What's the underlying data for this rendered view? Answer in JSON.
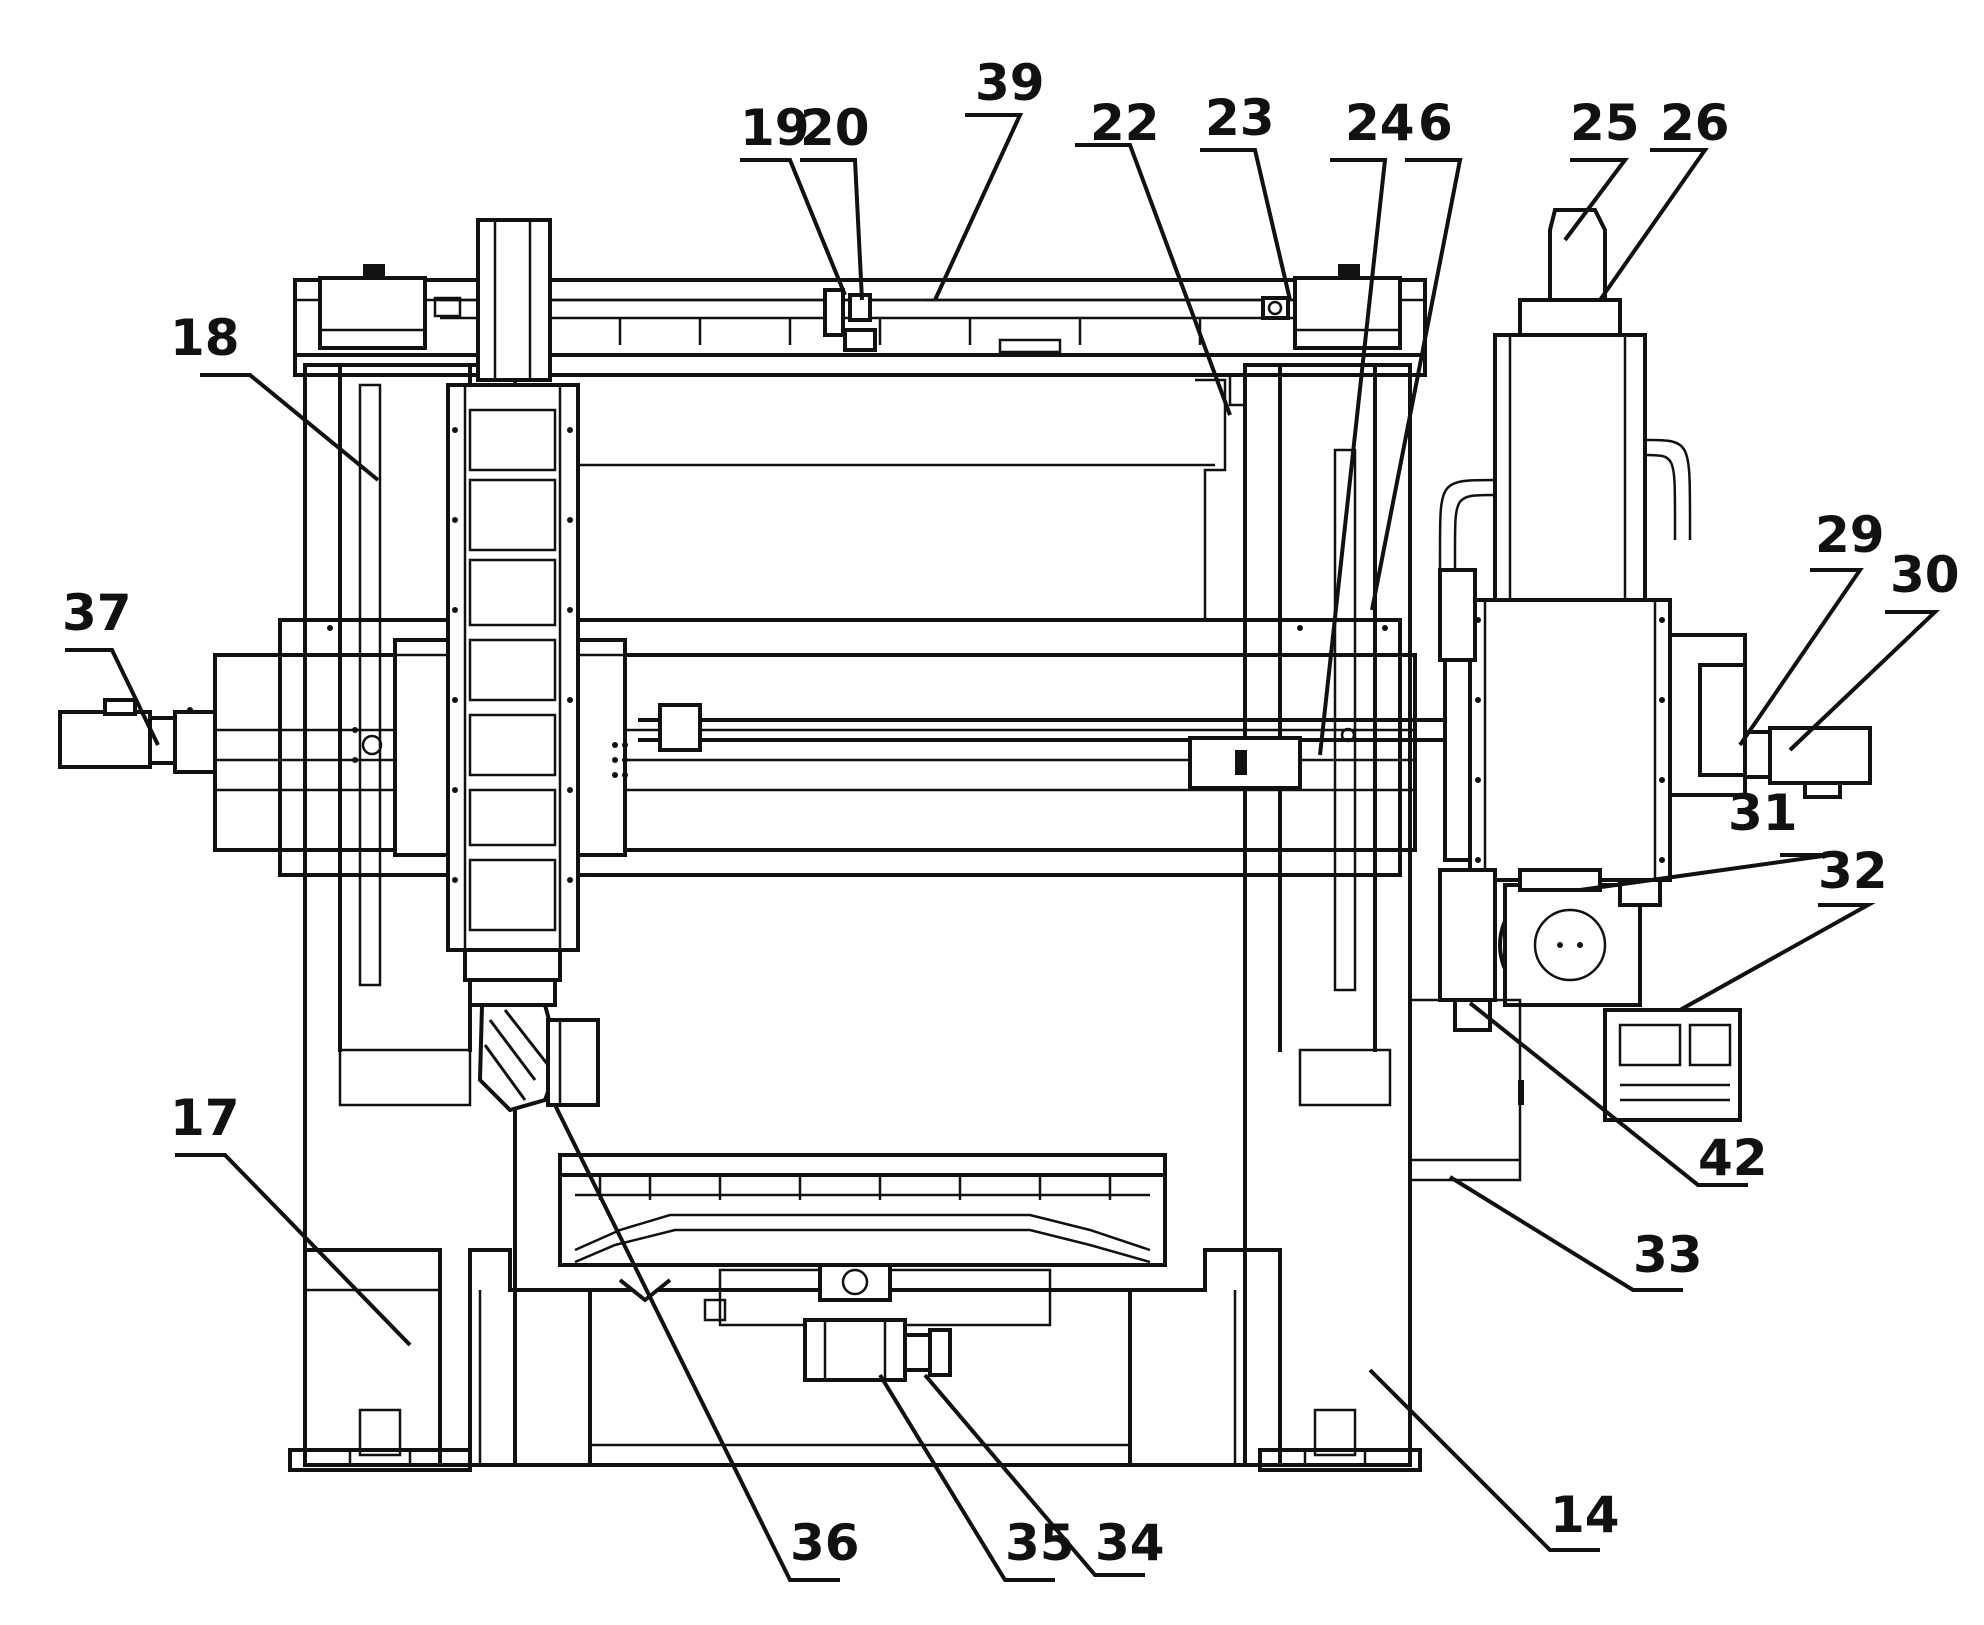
{
  "labels": {
    "l19": "19",
    "l20": "20",
    "l39": "39",
    "l22": "22",
    "l23": "23",
    "l24": "24",
    "l6": "6",
    "l25": "25",
    "l26": "26",
    "l18": "18",
    "l37": "37",
    "l29": "29",
    "l30": "30",
    "l31": "31",
    "l32": "32",
    "l17": "17",
    "l42": "42",
    "l33": "33",
    "l14": "14",
    "l36": "36",
    "l35": "35",
    "l34": "34"
  }
}
